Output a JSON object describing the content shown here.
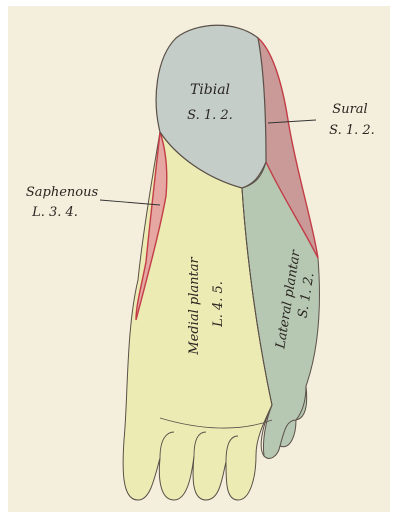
{
  "colors": {
    "background_outer": "#ffffff",
    "background_plate": "#f4eedc",
    "tibial": "#c5cdc8",
    "sural": "#c99a98",
    "saphenous": "#e6a7a3",
    "medial_plantar": "#ecebb4",
    "lateral_plantar": "#b6c7b2",
    "outline": "#5a5048",
    "nerve_edge": "#c23d46"
  },
  "regions": {
    "tibial": {
      "name": "Tibial",
      "segments": "S. 1. 2."
    },
    "sural": {
      "name": "Sural",
      "segments": "S. 1. 2."
    },
    "saphenous": {
      "name": "Saphenous",
      "segments": "L. 3. 4."
    },
    "medial_plantar": {
      "name": "Medial plantar",
      "segments": "L. 4. 5."
    },
    "lateral_plantar": {
      "name": "Lateral plantar",
      "segments": "S. 1. 2."
    }
  }
}
